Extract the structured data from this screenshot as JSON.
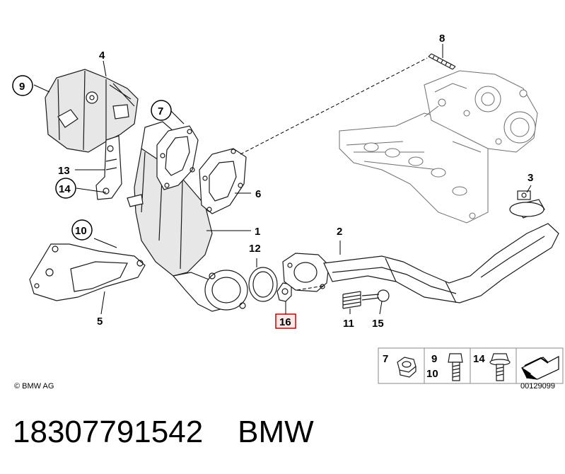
{
  "callouts": {
    "c1": "1",
    "c2": "2",
    "c3": "3",
    "c4": "4",
    "c5": "5",
    "c6": "6",
    "c7": "7",
    "c8": "8",
    "c9": "9",
    "c10": "10",
    "c11": "11",
    "c12": "12",
    "c13": "13",
    "c14": "14",
    "c15": "15",
    "c16": "16"
  },
  "highlighted_callout_color": "#cc0000",
  "legend": {
    "item7": "7",
    "item9": "9",
    "item10": "10",
    "item14": "14"
  },
  "copyright": "© BMW AG",
  "diagram_code": "00129099",
  "footer": {
    "part_number": "18307791542",
    "brand": "BMW"
  }
}
